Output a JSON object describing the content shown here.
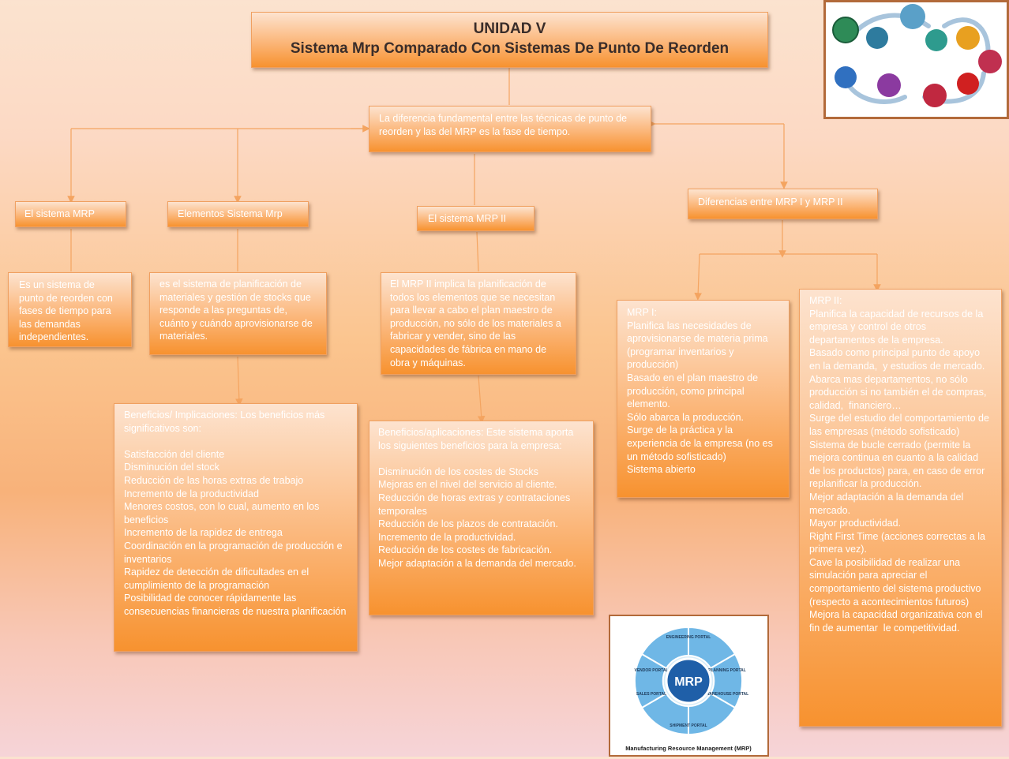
{
  "title": {
    "line1": "UNIDAD V",
    "line2": "Sistema Mrp Comparado Con Sistemas De Punto De Reorden"
  },
  "center_node": "La diferencia fundamental entre las técnicas de punto de reorden y las del MRP es la fase de tiempo.",
  "nodes": {
    "sistema_mrp": {
      "label": "El sistema MRP",
      "description": "Es un sistema de punto de reorden con fases de tiempo para las demandas independientes."
    },
    "elementos": {
      "label": "Elementos Sistema Mrp",
      "description": "es el sistema de planificación de materiales y gestión de stocks que responde a las preguntas de, cuánto y cuándo aprovisionarse de materiales.",
      "benefits": "Beneficios/ Implicaciones: Los beneficios más significativos son:\n\nSatisfacción del cliente\nDisminución del stock\nReducción de las horas extras de trabajo\nIncremento de la productividad\nMenores costos, con lo cual, aumento en los beneficios\nIncremento de la rapidez de entrega\nCoordinación en la programación de producción e inventarios\nRapidez de detección de dificultades en el cumplimiento de la programación\nPosibilidad de conocer rápidamente las consecuencias financieras de nuestra planificación"
    },
    "mrp2": {
      "label": "El sistema MRP II",
      "description": "El MRP II implica la planificación de todos los elementos que se necesitan para llevar a cabo el plan maestro de producción, no sólo de los materiales a fabricar y vender, sino de las capacidades de fábrica en mano de obra y máquinas.",
      "benefits": "Beneficios/aplicaciones: Este sistema aporta los siguientes beneficios para la empresa:\n\nDisminución de los costes de Stocks\nMejoras en el nivel del servicio al cliente.\nReducción de horas extras y contrataciones temporales\nReducción de los plazos de contratación.\nIncremento de la productividad.\nReducción de los costes de fabricación.\nMejor adaptación a la demanda del mercado."
    },
    "diferencias": {
      "label": "Diferencias entre MRP I y MRP II",
      "mrp1": "MRP I:\nPlanifica las necesidades de aprovisionarse de materia prima (programar inventarios y producción)\nBasado en el plan maestro de producción, como principal elemento.\nSólo abarca la producción.\nSurge de la práctica y la experiencia de la empresa (no es un método sofisticado)\nSistema abierto",
      "mrp2": "MRP II:\nPlanifica la capacidad de recursos de la empresa y control de otros departamentos de la empresa.\nBasado como principal punto de apoyo en la demanda,  y estudios de mercado.\nAbarca mas departamentos, no sólo producción si no también el de compras, calidad,  financiero…\nSurge del estudio del comportamiento de las empresas (método sofisticado)\nSistema de bucle cerrado (permite la mejora continua en cuanto a la calidad de los productos) para, en caso de error replanificar la producción.\nMejor adaptación a la demanda del mercado.\nMayor productividad.\nRight First Time (acciones correctas a la primera vez).\nCave la posibilidad de realizar una simulación para apreciar el comportamiento del sistema productivo (respecto a acontecimientos futuros)\nMejora la capacidad organizativa con el fin de aumentar  le competitividad."
    }
  },
  "mrp_wheel": {
    "center": "MRP",
    "caption": "Manufacturing Resource Management (MRP)",
    "segments": [
      "ENGINEERING PORTAL",
      "PLANNING PORTAL",
      "WAREHOUSE PORTAL",
      "SHIPMENT PORTAL",
      "SALES PORTAL",
      "VENDOR PORTAL"
    ]
  },
  "colors": {
    "box_top": "#fde3cf",
    "box_bottom": "#f7922f",
    "connector": "#f4a460",
    "title_text": "#3a2d2a"
  }
}
